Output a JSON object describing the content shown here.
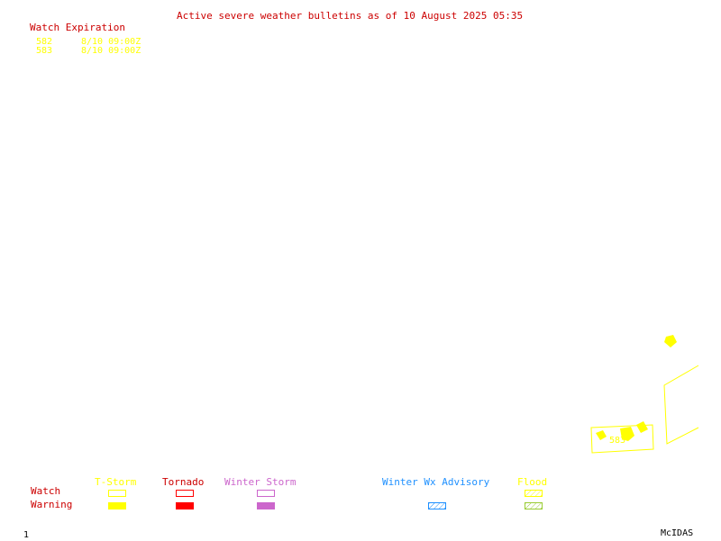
{
  "title": "Active severe weather bulletins as of 10 August 2025 05:35",
  "watch_list": {
    "header": "Watch Expiration",
    "items": [
      {
        "id": "582",
        "expiration": "8/10 09:00Z"
      },
      {
        "id": "583",
        "expiration": "8/10 09:00Z"
      }
    ]
  },
  "map": {
    "watch_box_label": "583"
  },
  "legend": {
    "row_watch": "Watch",
    "row_warning": "Warning",
    "categories": [
      {
        "label": "T-Storm",
        "color": "#ffff00"
      },
      {
        "label": "Tornado",
        "color": "#ff0000"
      },
      {
        "label": "Winter Storm",
        "color": "#cc66cc"
      },
      {
        "label": "Winter Wx Advisory",
        "color": "#1e90ff"
      },
      {
        "label": "Flood",
        "color": "#99cc33"
      }
    ]
  },
  "footer": {
    "frame_number": "1",
    "brand": "McIDAS"
  },
  "colors": {
    "title_red": "#cc0000",
    "watch_yellow": "#ffff00"
  }
}
